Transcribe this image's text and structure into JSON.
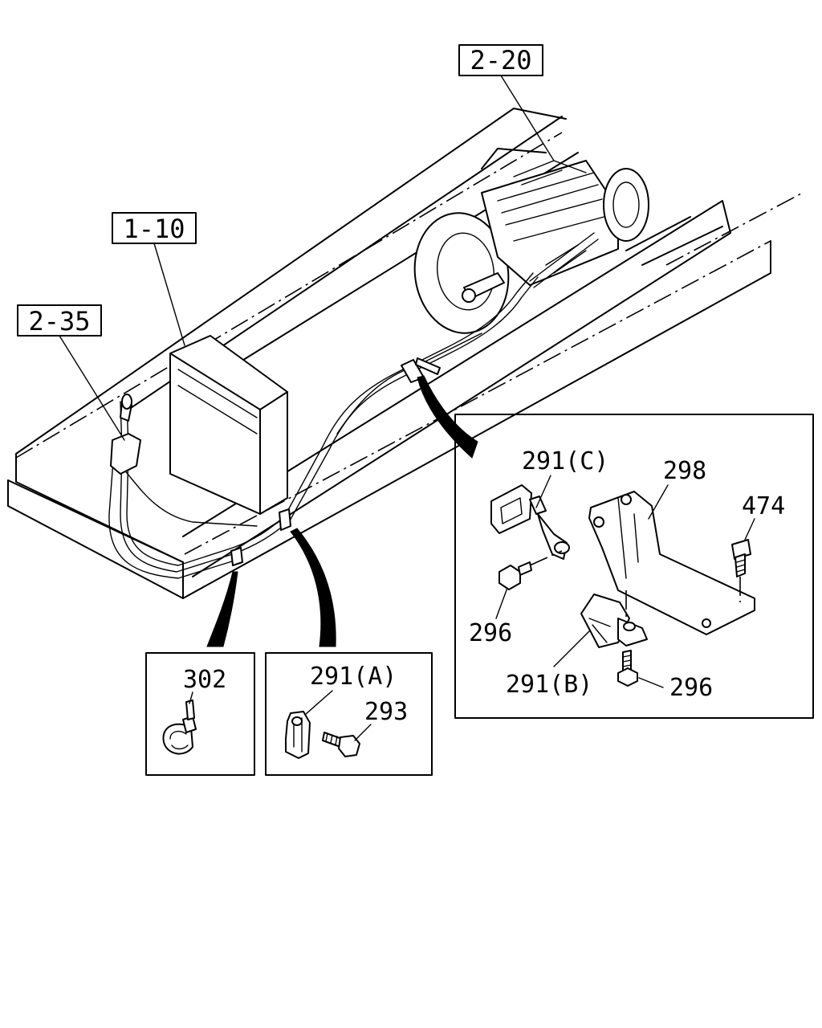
{
  "references": {
    "ref_2_20": "2-20",
    "ref_1_10": "1-10",
    "ref_2_35": "2-35"
  },
  "parts": {
    "p291c": "291(C)",
    "p298": "298",
    "p474": "474",
    "p296_top": "296",
    "p291b": "291(B)",
    "p296_bottom": "296",
    "p302": "302",
    "p291a": "291(A)",
    "p293": "293"
  }
}
